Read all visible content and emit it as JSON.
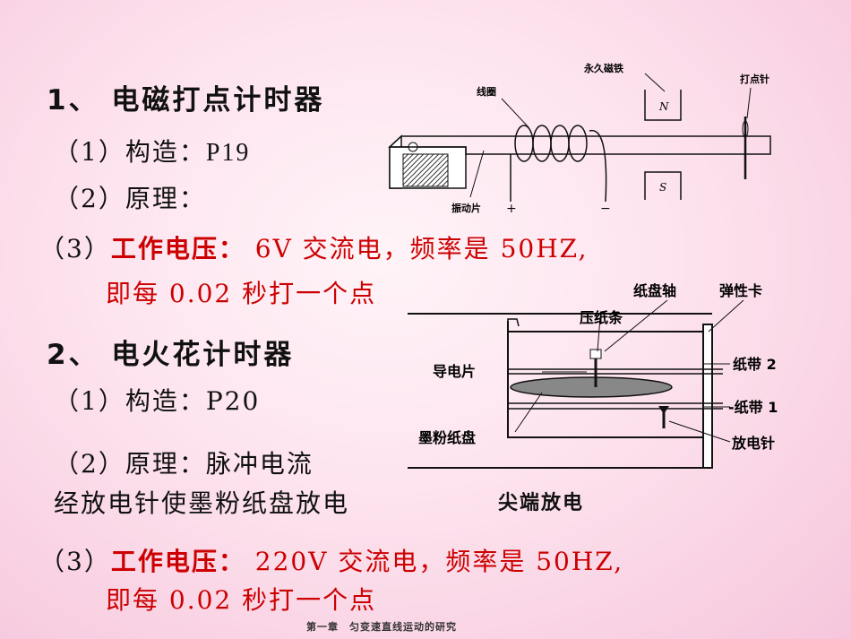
{
  "section1": {
    "title": "1、 电磁打点计时器",
    "item1_prefix": "（1）构造：",
    "item1_ref": "P19",
    "item2": "（2）原理：",
    "item3_prefix": "（3）",
    "item3_label": "工作电压：",
    "item3_text": "6V 交流电，频率是 50HZ,",
    "item3_line2": "即每 0.02 秒打一个点"
  },
  "section2": {
    "title": "2、 电火花计时器",
    "item1_prefix": "（1）构造：",
    "item1_ref": "P20",
    "item2_line1": "（2）原理：脉冲电流",
    "item2_line2": "经放电针使墨粉纸盘放电",
    "tip_label": "尖端放电",
    "item3_prefix": "（3）",
    "item3_label": "工作电压：",
    "item3_text": "220V 交流电，频率是 50HZ,",
    "item3_line2": "即每 0.02 秒打一个点"
  },
  "diagram1": {
    "magnet": "永久磁铁",
    "needle": "打点针",
    "coil": "线圈",
    "vibrator": "振动片",
    "north": "N",
    "south": "S",
    "plus": "+",
    "minus": "−"
  },
  "diagram2": {
    "disc_axis": "纸盘轴",
    "spring_clip": "弹性卡",
    "press_strip": "压纸条",
    "conductor": "导电片",
    "tape2": "纸带 2",
    "tape1": "-纸带 1",
    "ink_disc": "墨粉纸盘",
    "discharge_needle": "放电针"
  },
  "footer": "第一章　匀变速直线运动的研究"
}
